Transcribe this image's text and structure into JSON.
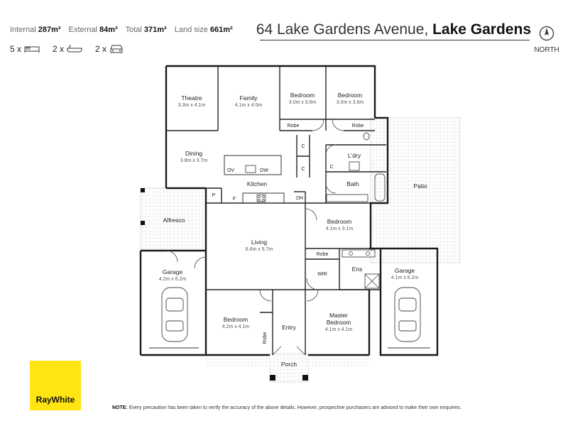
{
  "header": {
    "internal_label": "Internal",
    "internal_value": "287m²",
    "external_label": "External",
    "external_value": "84m²",
    "total_label": "Total",
    "total_value": "371m²",
    "land_label": "Land size",
    "land_value": "661m²",
    "bed_count": "5 x",
    "bath_count": "2 x",
    "car_count": "2 x"
  },
  "address": {
    "street": "64 Lake Gardens Avenue,",
    "suburb": "Lake Gardens"
  },
  "north_label": "NORTH",
  "rooms": {
    "theatre": {
      "name": "Theatre",
      "dim": "3.3m x 4.1m"
    },
    "family": {
      "name": "Family",
      "dim": "4.1m x 4.0m"
    },
    "bedroom1": {
      "name": "Bedroom",
      "dim": "3.0m x 3.6m"
    },
    "bedroom2": {
      "name": "Bedroom",
      "dim": "3.0m x 3.6m"
    },
    "dining": {
      "name": "Dining",
      "dim": "3.8m x 3.7m"
    },
    "kitchen": {
      "name": "Kitchen"
    },
    "laundry": {
      "name": "L'dry"
    },
    "bath": {
      "name": "Bath"
    },
    "patio": {
      "name": "Patio"
    },
    "alfresco": {
      "name": "Alfresco"
    },
    "bedroom3": {
      "name": "Bedroom",
      "dim": "4.1m x 3.1m"
    },
    "living": {
      "name": "Living",
      "dim": "6.6m x 5.7m"
    },
    "garage_left": {
      "name": "Garage",
      "dim": "4.2m x 6.2m"
    },
    "garage_right": {
      "name": "Garage",
      "dim": "4.1m x 6.2m"
    },
    "ens": {
      "name": "Ens"
    },
    "wir": {
      "name": "WIR"
    },
    "bedroom4": {
      "name": "Bedroom",
      "dim": "4.2m x 4.1m"
    },
    "entry": {
      "name": "Entry"
    },
    "master": {
      "name": "Master",
      "name2": "Bedroom",
      "dim": "4.1m x 4.1m"
    },
    "porch": {
      "name": "Porch"
    }
  },
  "labels": {
    "robe": "Robe",
    "c": "C",
    "ov": "OV",
    "dw": "DW",
    "p": "P",
    "f": "F",
    "dh": "DH"
  },
  "logo_text": "RayWhite",
  "note_bold": "NOTE:",
  "note_text": "Every precaution has been taken to verify the accuracy of the above details. However, prospective purchasers are advised to make their own enquiries."
}
